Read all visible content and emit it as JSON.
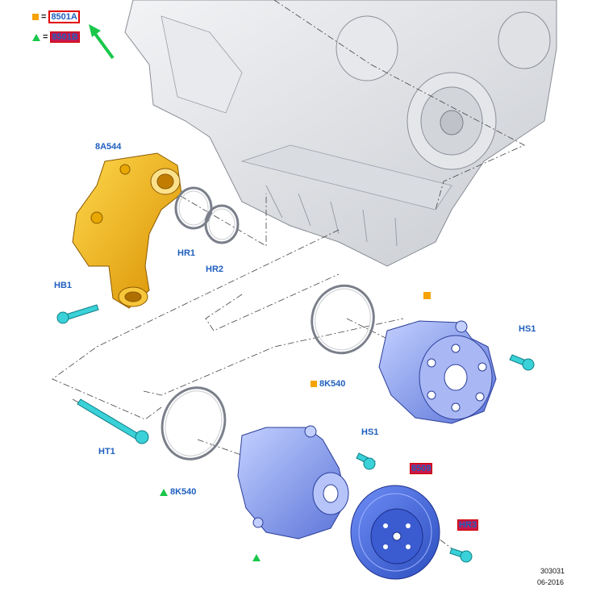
{
  "legend": {
    "square_ref": "8501A",
    "triangle_ref": "8501B",
    "equals": "="
  },
  "labels": {
    "housing": "8A544",
    "hr1": "HR1",
    "hr2": "HR2",
    "hb1": "HB1",
    "hs1_upper": "HS1",
    "hs1_lower": "HS1",
    "gasket_upper": "8K540",
    "gasket_lower": "8K540",
    "ht1": "HT1",
    "pulley": "8509",
    "hr3": "HR3"
  },
  "footer": {
    "code": "303031",
    "date": "06-2016"
  },
  "colors": {
    "label_blue": "#1f5fbf",
    "housing_orange": "#f2b400",
    "pump_blue": "#8fa6f0",
    "bolt_cyan": "#3ad1d8",
    "marker_orange": "#f5a300",
    "marker_green": "#19c74a",
    "highlight_red": "#e00000"
  }
}
